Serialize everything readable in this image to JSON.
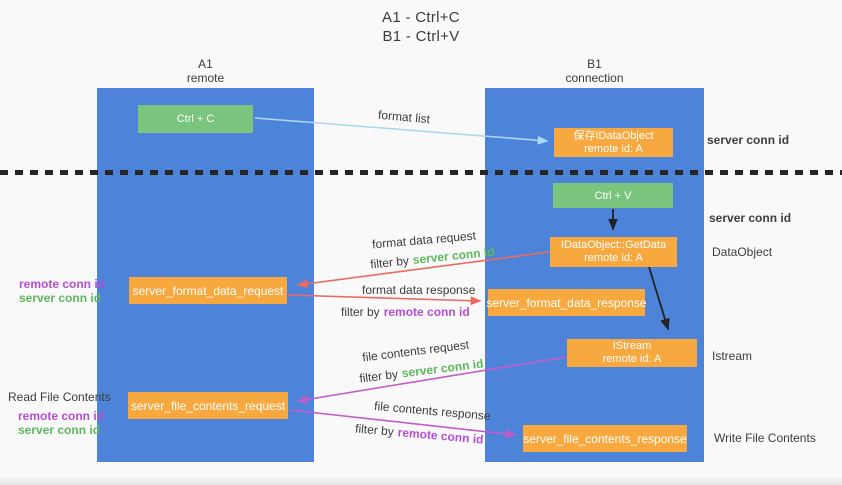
{
  "title": {
    "line1": "A1 - Ctrl+C",
    "line2": "B1 - Ctrl+V"
  },
  "lifelines": {
    "left": {
      "name": "A1",
      "subtitle": "remote"
    },
    "right": {
      "name": "B1",
      "subtitle": "connection"
    }
  },
  "nodes": {
    "ctrl_c": "Ctrl + C",
    "ctrl_v": "Ctrl + V",
    "save_dataobject": {
      "line1": "保存IDataObject",
      "line2": "remote id: A"
    },
    "getdata": {
      "line1": "IDataObject::GetData",
      "line2": "remote id: A"
    },
    "istream": {
      "line1": "IStream",
      "line2": "remote id: A"
    },
    "format_request": "server_format_data_request",
    "format_response": "server_format_data_response",
    "file_request": "server_file_contents_request",
    "file_response": "server_file_contents_response"
  },
  "labels": {
    "format_list": "format list",
    "format_data_request": "format data request",
    "format_data_response": "format data response",
    "file_contents_request": "file contents request",
    "file_contents_response": "file contents response",
    "filter_by": "filter by",
    "server_conn_id": "server conn id",
    "remote_conn_id": "remote conn id"
  },
  "side_labels": {
    "right_server_conn_id_top": "server conn id",
    "right_server_conn_id_mid": "server conn id",
    "dataobject": "DataObject",
    "istream": "Istream",
    "write_file_contents": "Write File Contents",
    "read_file_contents": "Read File Contents",
    "left_remote_conn_id_top": "remote conn id",
    "left_server_conn_id_top": "server conn id",
    "left_remote_conn_id_bottom": "remote conn id",
    "left_server_conn_id_bottom": "server conn id"
  },
  "colors": {
    "background": "#f9f9f9",
    "lifeline_blue": "#4d84d9",
    "node_green": "#7ac57e",
    "node_orange": "#f7a940",
    "arrow_lightblue": "#a9d9f2",
    "arrow_red": "#ec6a60",
    "arrow_magenta": "#c45cc8",
    "arrow_black": "#222222",
    "text_green": "#5cb85c",
    "text_purple": "#b44fd2",
    "text_dark": "#3c3c3c"
  }
}
